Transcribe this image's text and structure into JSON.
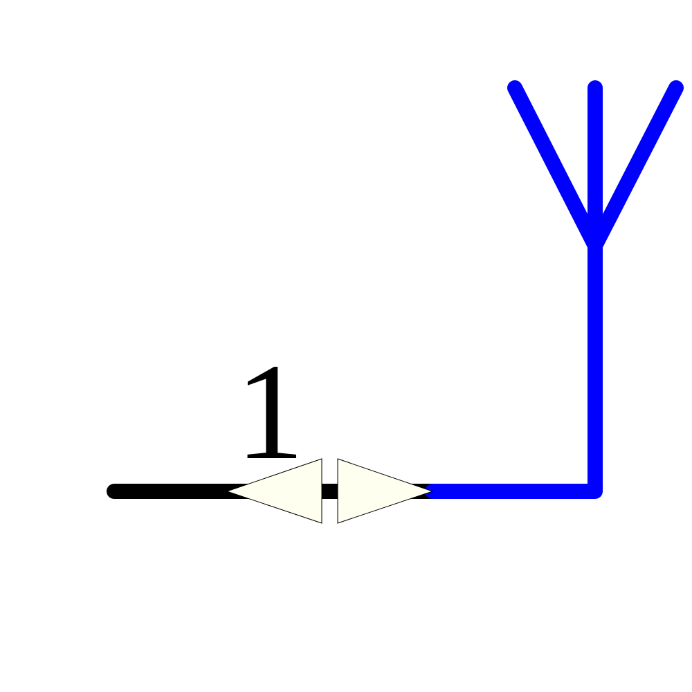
{
  "symbol": {
    "type": "antenna",
    "pin": {
      "number": "1",
      "direction": "bidirectional"
    }
  },
  "colors": {
    "background": "#ffffff",
    "pin_line": "#000000",
    "symbol_body": "#0000ff",
    "arrow_fill": "#fffff0",
    "arrow_stroke": "#000000",
    "text": "#000000"
  }
}
